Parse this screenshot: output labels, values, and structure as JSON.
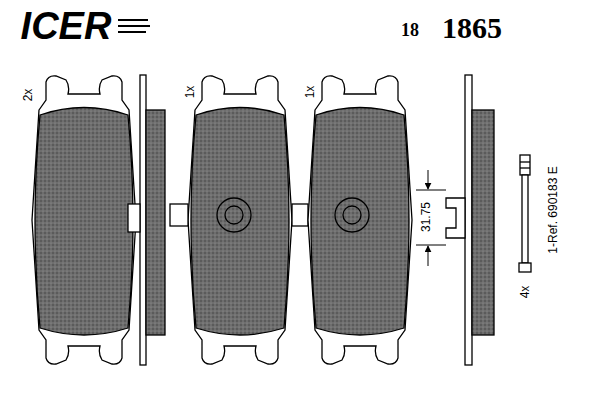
{
  "diagram": {
    "labels": [
      "ICER",
      "18",
      "1865",
      "2x",
      "1x",
      "1x",
      "31.75",
      "4x",
      "1-Ref. 690183 E"
    ]
  }
}
